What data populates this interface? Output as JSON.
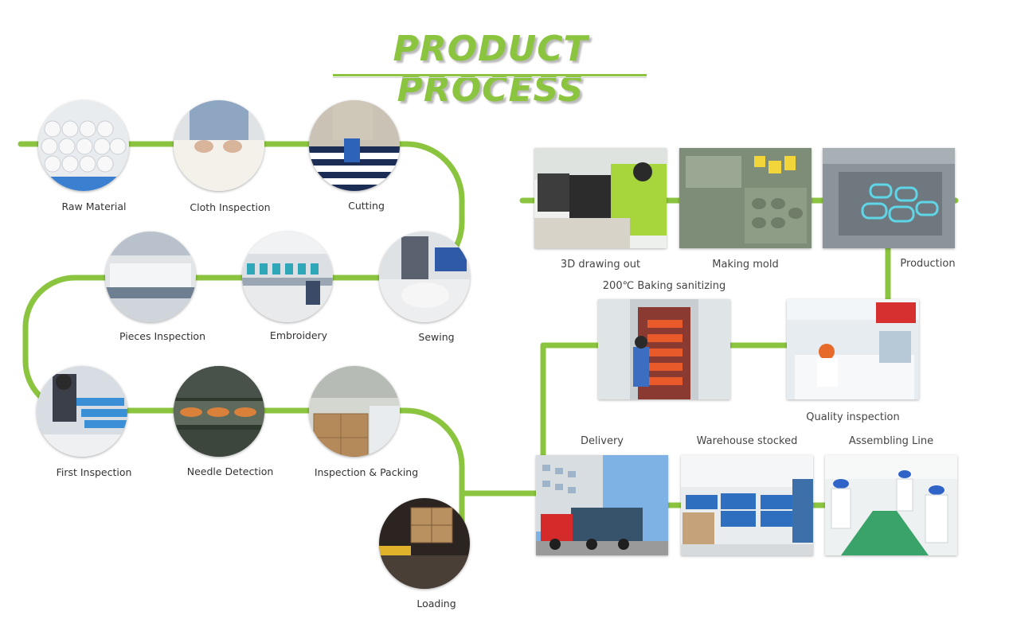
{
  "title": "PRODUCT PROCESS",
  "colors": {
    "accent": "#8bc43f",
    "connector": "#8bc43f",
    "text": "#333333"
  },
  "left_flow": {
    "steps": [
      {
        "label": "Raw Material",
        "icon": "fabric-rolls-photo"
      },
      {
        "label": "Cloth Inspection",
        "icon": "cloth-inspection-photo"
      },
      {
        "label": "Cutting",
        "icon": "cutting-photo"
      },
      {
        "label": "Sewing",
        "icon": "sewing-photo"
      },
      {
        "label": "Embroidery",
        "icon": "embroidery-machine-photo"
      },
      {
        "label": "Pieces Inspection",
        "icon": "pieces-inspection-photo"
      },
      {
        "label": "First Inspection",
        "icon": "first-inspection-photo"
      },
      {
        "label": "Needle Detection",
        "icon": "needle-detector-photo"
      },
      {
        "label": "Inspection & Packing",
        "icon": "packing-photo"
      },
      {
        "label": "Loading",
        "icon": "loading-forklift-photo"
      }
    ]
  },
  "right_flow": {
    "steps": [
      {
        "label": "3D drawing out",
        "icon": "design-office-photo"
      },
      {
        "label": "Making mold",
        "icon": "mold-photo"
      },
      {
        "label": "Production",
        "icon": "injection-machine-photo"
      },
      {
        "label": "Quality inspection",
        "icon": "qc-station-photo"
      },
      {
        "label": "200℃ Baking sanitizing",
        "icon": "baking-oven-photo"
      },
      {
        "label": "Delivery",
        "icon": "delivery-truck-photo"
      },
      {
        "label": "Warehouse stocked",
        "icon": "warehouse-photo"
      },
      {
        "label": "Assembling Line",
        "icon": "assembly-line-photo"
      }
    ]
  }
}
